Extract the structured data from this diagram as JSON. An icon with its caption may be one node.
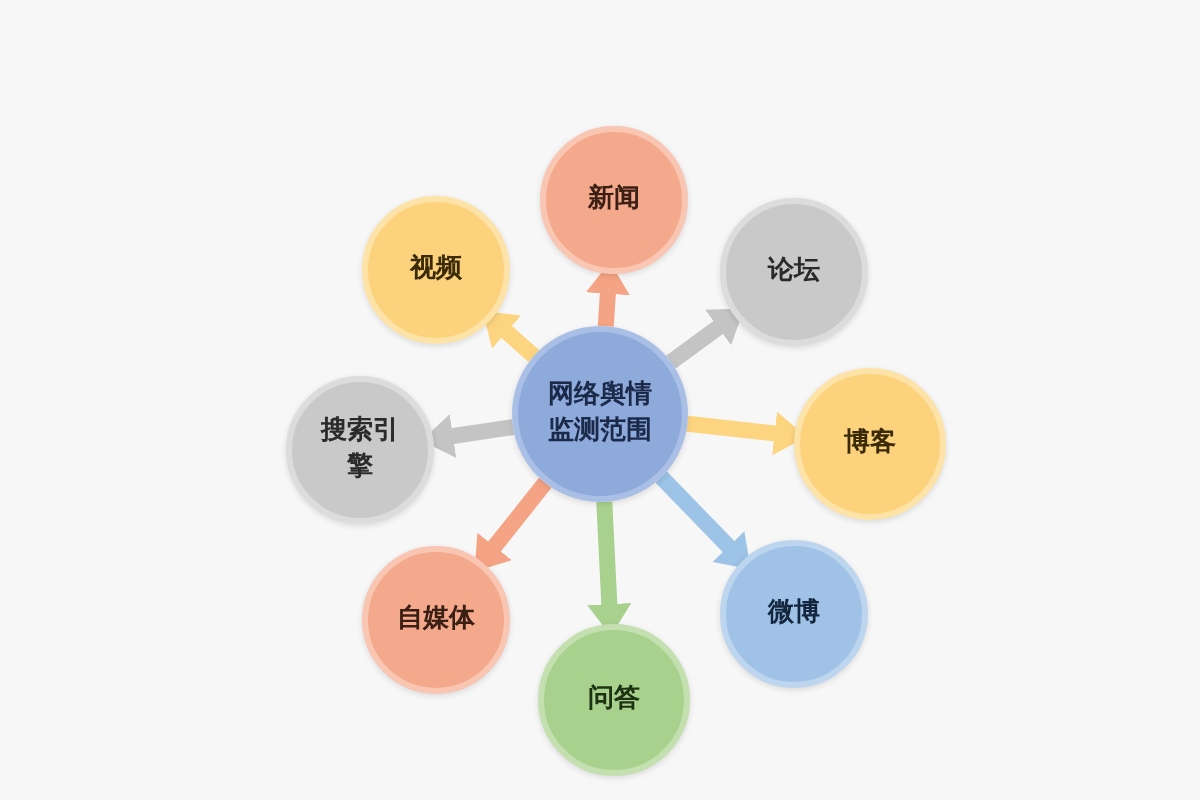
{
  "diagram": {
    "nodes": [
      {
        "text": [
          "网络舆情监测范围"
        ]
      },
      {
        "text": [
          "新闻"
        ]
      },
      {
        "text": [
          "论坛"
        ]
      },
      {
        "text": [
          "博客"
        ]
      },
      {
        "text": [
          "微博"
        ]
      },
      {
        "text": [
          "问答"
        ]
      },
      {
        "text": [
          "自媒体"
        ]
      },
      {
        "text": [
          "搜索引擎"
        ]
      },
      {
        "text": [
          "视频"
        ]
      }
    ],
    "edges": [
      {
        "from": 0,
        "to": 1,
        "arrow": "to",
        "color": "#f4a484"
      },
      {
        "from": 0,
        "to": 2,
        "arrow": "to",
        "color": "#c4c4c4"
      },
      {
        "from": 0,
        "to": 3,
        "arrow": "to",
        "color": "#fdd581"
      },
      {
        "from": 0,
        "to": 4,
        "arrow": "to",
        "color": "#9dc3e6"
      },
      {
        "from": 0,
        "to": 5,
        "arrow": "to",
        "color": "#a9d18e"
      },
      {
        "from": 0,
        "to": 6,
        "arrow": "to",
        "color": "#f4a484"
      },
      {
        "from": 0,
        "to": 7,
        "arrow": "to",
        "color": "#c4c4c4"
      },
      {
        "from": 0,
        "to": 8,
        "arrow": "to",
        "color": "#fdd581"
      }
    ]
  }
}
